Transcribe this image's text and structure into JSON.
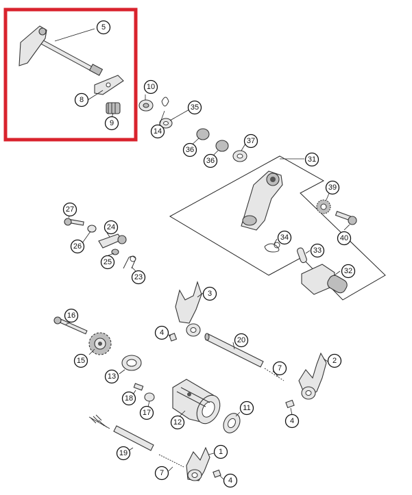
{
  "diagram": {
    "highlight_color": "#d9232d",
    "callouts": {
      "c1": "1",
      "c2": "2",
      "c3": "3",
      "c4a": "4",
      "c4b": "4",
      "c4c": "4",
      "c5": "5",
      "c7a": "7",
      "c7b": "7",
      "c8": "8",
      "c9": "9",
      "c10": "10",
      "c11": "11",
      "c12": "12",
      "c13": "13",
      "c14": "14",
      "c15": "15",
      "c16": "16",
      "c17": "17",
      "c18": "18",
      "c19": "19",
      "c20": "20",
      "c23": "23",
      "c24": "24",
      "c25": "25",
      "c26": "26",
      "c27": "27",
      "c31": "31",
      "c32": "32",
      "c33": "33",
      "c34": "34",
      "c35": "35",
      "c36a": "36",
      "c36b": "36",
      "c37": "37",
      "c39": "39",
      "c40": "40"
    }
  }
}
